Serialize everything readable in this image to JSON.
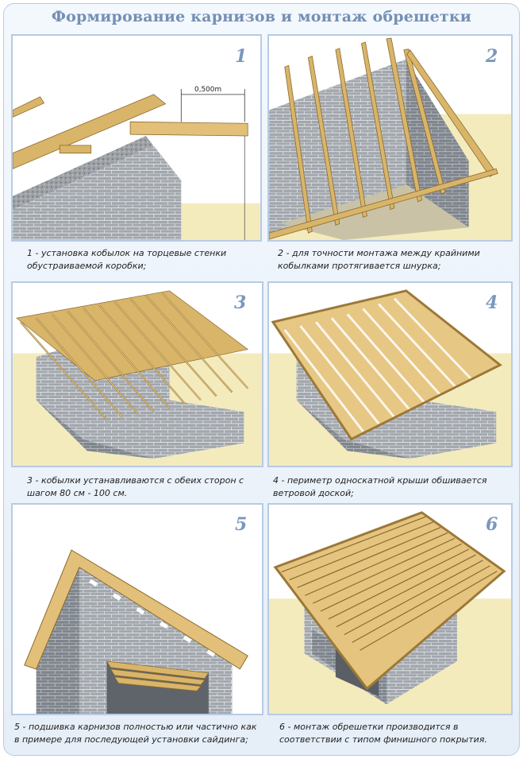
{
  "title": "Формирование карнизов и монтаж обрешетки",
  "dimension_label": "0,500m",
  "steps": [
    {
      "number": "1",
      "caption": "1 - установка кобылок на торцевые стенки обустраиваемой коробки;"
    },
    {
      "number": "2",
      "caption": "2 - для точности монтажа между крайними кобылками протягивается шнурка;"
    },
    {
      "number": "3",
      "caption": "3 - кобылки устанавливаются с обеих сторон с шагом 80 см - 100 см."
    },
    {
      "number": "4",
      "caption": "4 - периметр односкатной крыши обшивается ветровой доской;"
    },
    {
      "number": "5",
      "caption": "5 - подшивка карнизов полностью или частично как в примере для последующей установки сайдинга;"
    },
    {
      "number": "6",
      "caption": "6 - монтаж обрешетки производится в соответствии с типом финишного покрытия."
    }
  ],
  "colors": {
    "title": "#7490b4",
    "border": "#b7cbe4",
    "wood": "#d9b56a",
    "brick": "#9a9fa6",
    "ground": "#f2e8b6"
  }
}
